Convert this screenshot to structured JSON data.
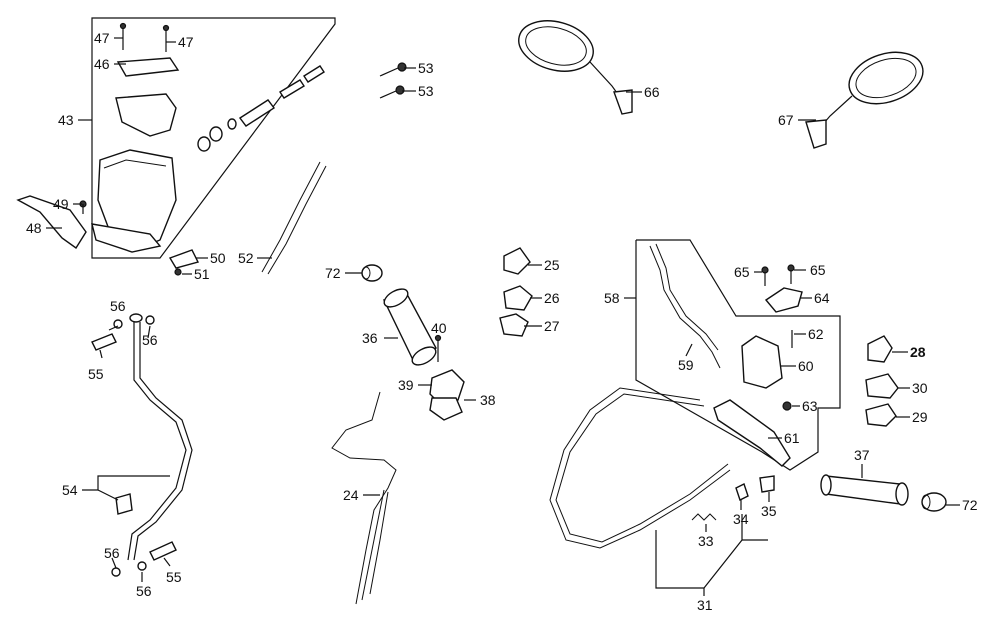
{
  "callouts": [
    {
      "id": "c47a",
      "text": "47"
    },
    {
      "id": "c47b",
      "text": "47"
    },
    {
      "id": "c46",
      "text": "46"
    },
    {
      "id": "c43",
      "text": "43"
    },
    {
      "id": "c49",
      "text": "49"
    },
    {
      "id": "c48",
      "text": "48"
    },
    {
      "id": "c50",
      "text": "50"
    },
    {
      "id": "c51",
      "text": "51"
    },
    {
      "id": "c52",
      "text": "52"
    },
    {
      "id": "c53a",
      "text": "53"
    },
    {
      "id": "c53b",
      "text": "53"
    },
    {
      "id": "c66",
      "text": "66"
    },
    {
      "id": "c67",
      "text": "67"
    },
    {
      "id": "c72a",
      "text": "72"
    },
    {
      "id": "c25",
      "text": "25"
    },
    {
      "id": "c26",
      "text": "26"
    },
    {
      "id": "c27",
      "text": "27"
    },
    {
      "id": "c36",
      "text": "36"
    },
    {
      "id": "c40",
      "text": "40"
    },
    {
      "id": "c39",
      "text": "39"
    },
    {
      "id": "c38",
      "text": "38"
    },
    {
      "id": "c24",
      "text": "24"
    },
    {
      "id": "c56a",
      "text": "56"
    },
    {
      "id": "c56b",
      "text": "56"
    },
    {
      "id": "c55a",
      "text": "55"
    },
    {
      "id": "c54",
      "text": "54"
    },
    {
      "id": "c56c",
      "text": "56"
    },
    {
      "id": "c56d",
      "text": "56"
    },
    {
      "id": "c55b",
      "text": "55"
    },
    {
      "id": "c58",
      "text": "58"
    },
    {
      "id": "c59",
      "text": "59"
    },
    {
      "id": "c65a",
      "text": "65"
    },
    {
      "id": "c65b",
      "text": "65"
    },
    {
      "id": "c64",
      "text": "64"
    },
    {
      "id": "c62",
      "text": "62"
    },
    {
      "id": "c60",
      "text": "60"
    },
    {
      "id": "c63",
      "text": "63"
    },
    {
      "id": "c61",
      "text": "61"
    },
    {
      "id": "c28",
      "text": "28"
    },
    {
      "id": "c30",
      "text": "30"
    },
    {
      "id": "c29",
      "text": "29"
    },
    {
      "id": "c37",
      "text": "37"
    },
    {
      "id": "c72b",
      "text": "72"
    },
    {
      "id": "c33",
      "text": "33"
    },
    {
      "id": "c34",
      "text": "34"
    },
    {
      "id": "c35",
      "text": "35"
    },
    {
      "id": "c31",
      "text": "31"
    }
  ]
}
